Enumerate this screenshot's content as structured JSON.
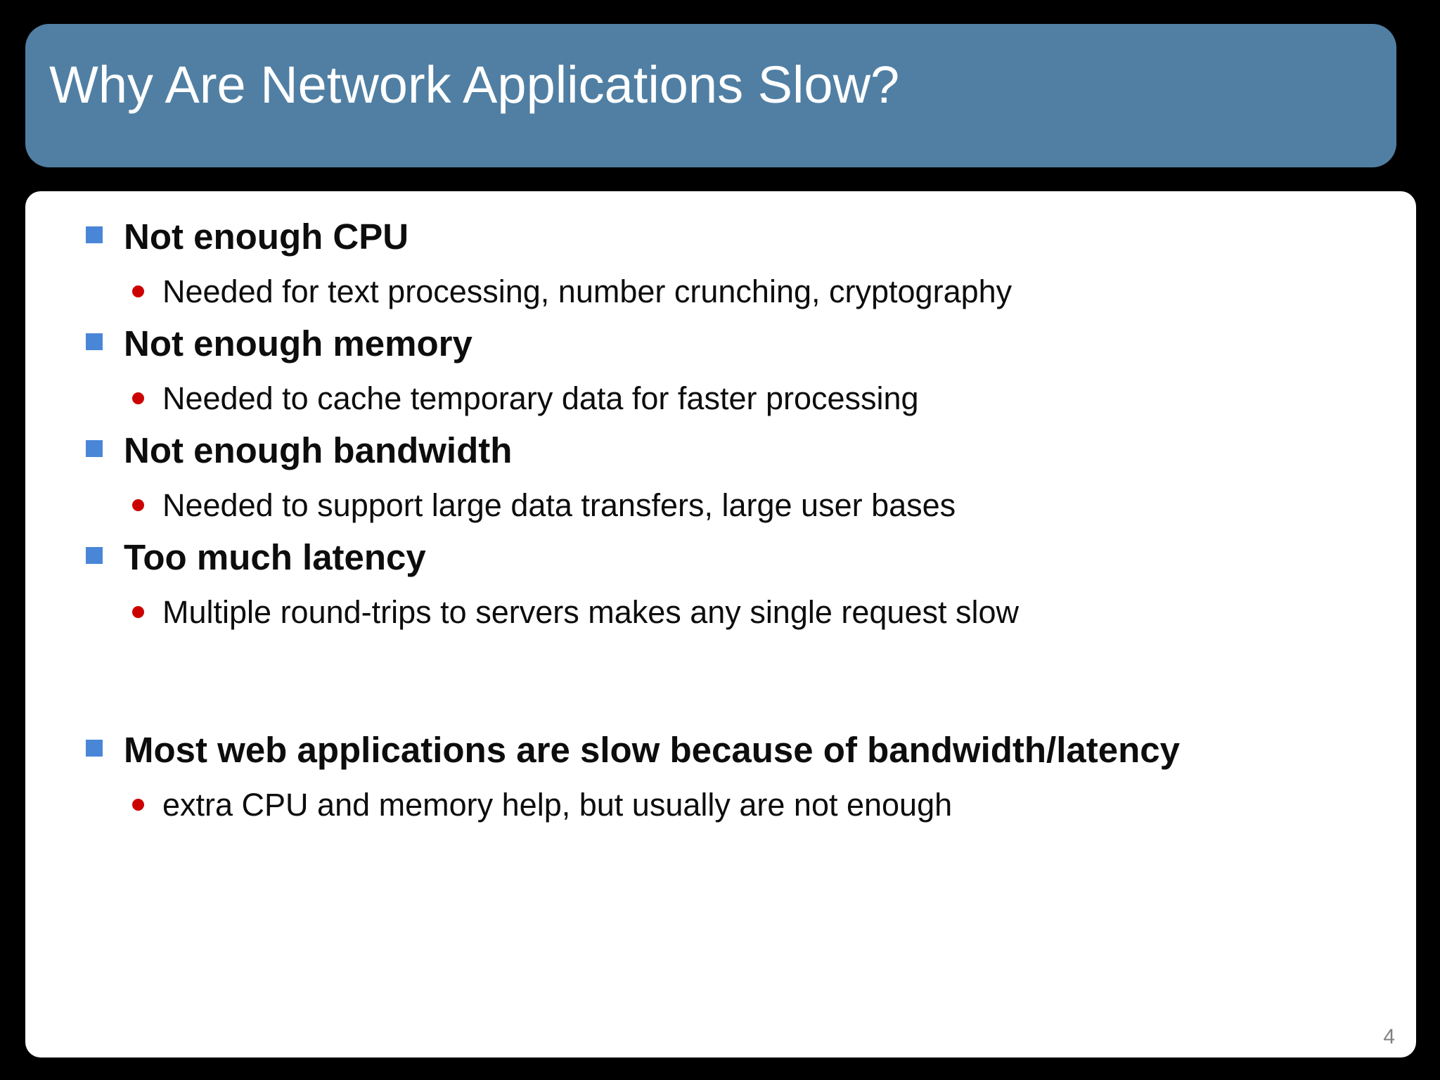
{
  "slide": {
    "title": "Why Are Network Applications Slow?",
    "page_number": "4",
    "colors": {
      "background": "#000000",
      "title_bar": "#507fa3",
      "title_text": "#ffffff",
      "panel": "#ffffff",
      "level1_bullet": "#4a86d8",
      "level2_bullet": "#cc0000",
      "body_text": "#0d0d0d",
      "page_number": "#808080"
    },
    "groups": [
      {
        "heading": "Not enough CPU",
        "detail": "Needed for text processing, number crunching, cryptography",
        "gap_before": false
      },
      {
        "heading": "Not enough memory",
        "detail": "Needed to cache temporary data for faster processing",
        "gap_before": false
      },
      {
        "heading": "Not enough bandwidth",
        "detail": "Needed to support large data transfers, large user bases",
        "gap_before": false
      },
      {
        "heading": "Too much latency",
        "detail": "Multiple round-trips to servers makes any single request slow",
        "gap_before": false
      },
      {
        "heading": "Most web applications are slow because of bandwidth/latency",
        "detail": "extra CPU and memory help, but usually are not enough",
        "gap_before": true
      }
    ]
  }
}
